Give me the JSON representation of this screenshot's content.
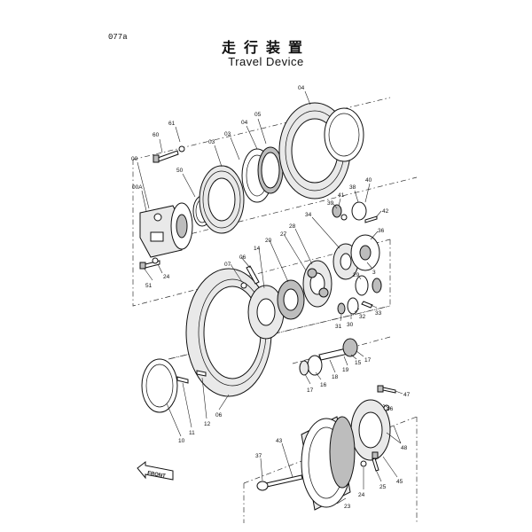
{
  "page_id": "077a",
  "title_jp": "走行装置",
  "title_en": "Travel Device",
  "front_label": "FRONT",
  "callouts": [
    "04",
    "05",
    "04",
    "61",
    "60",
    "03",
    "03",
    "00",
    "50",
    "00A",
    "38",
    "40",
    "41",
    "39",
    "42",
    "34",
    "36",
    "28",
    "27",
    "24",
    "20",
    "14",
    "06",
    "07",
    "3",
    "29",
    "51",
    "32",
    "33",
    "30",
    "31",
    "15",
    "17",
    "19",
    "18",
    "16",
    "17",
    "47",
    "46",
    "10",
    "11",
    "12",
    "06",
    "48",
    "45",
    "43",
    "37",
    "25",
    "24",
    "23"
  ]
}
